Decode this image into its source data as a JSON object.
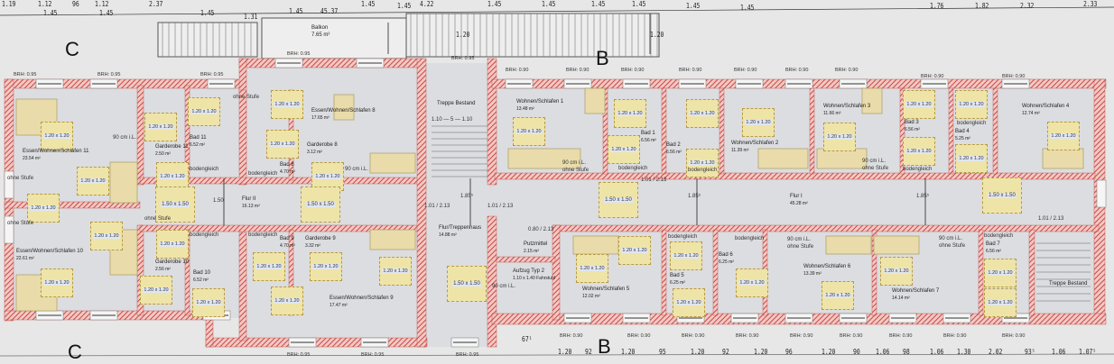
{
  "plan": {
    "colors": {
      "wall": "#c9474b",
      "wall_bg": "#f2c9c2",
      "floor": "#dcdde0",
      "paper": "#e6e7e6",
      "furniture": "#efe4a8"
    },
    "balcony": {
      "name": "Balkon",
      "area": "7.65 m²"
    },
    "rooms": [
      {
        "name": "Essen/Wohnen/Schlafen 11",
        "area": "23.54 m²"
      },
      {
        "name": "Essen/Wohnen/Schlafen 10",
        "area": "22.61 m²"
      },
      {
        "name": "Bad 11",
        "area": "6.52 m²"
      },
      {
        "name": "Garderobe 11",
        "area": "2.50 m²"
      },
      {
        "name": "Garderobe 10",
        "area": "2.56 m²"
      },
      {
        "name": "Bad 10",
        "area": "6.52 m²"
      },
      {
        "name": "Bad 8",
        "area": "4.70 m²"
      },
      {
        "name": "Garderobe 8",
        "area": "3.12 m²"
      },
      {
        "name": "Bad 9",
        "area": "4.70 m²"
      },
      {
        "name": "Garderobe 9",
        "area": "3.32 m²"
      },
      {
        "name": "Essen/Wohnen/Schlafen 8",
        "area": "17.65 m²"
      },
      {
        "name": "Essen/Wohnen/Schlafen 9",
        "area": "17.47 m²"
      },
      {
        "name": "Flur II",
        "area": "16.13 m²"
      },
      {
        "name": "Treppe Bestand",
        "area": ""
      },
      {
        "name": "Flur/Treppenhaus",
        "area": "14.88 m²"
      },
      {
        "name": "Putzmittel",
        "area": "2.15 m²"
      },
      {
        "name": "Aufzug Typ 2",
        "area": "1.10 x 1.40 Fahrstuhl"
      },
      {
        "name": "Wohnen/Schlafen 1",
        "area": "13.48 m²"
      },
      {
        "name": "Bad 1",
        "area": "6.56 m²"
      },
      {
        "name": "Bad 2",
        "area": "6.56 m²"
      },
      {
        "name": "Wohnen/Schlafen 2",
        "area": "11.39 m²"
      },
      {
        "name": "Wohnen/Schlafen 3",
        "area": "11.66 m²"
      },
      {
        "name": "Bad 3",
        "area": "6.56 m²"
      },
      {
        "name": "Bad 4",
        "area": "5.25 m²"
      },
      {
        "name": "Wohnen/Schlafen 4",
        "area": "12.74 m²"
      },
      {
        "name": "Flur I",
        "area": "45.28 m²"
      },
      {
        "name": "Wohnen/Schlafen 5",
        "area": "12.02 m²"
      },
      {
        "name": "Bad 5",
        "area": "6.25 m²"
      },
      {
        "name": "Bad 6",
        "area": "6.25 m²"
      },
      {
        "name": "Wohnen/Schlafen 6",
        "area": "13.39 m²"
      },
      {
        "name": "Wohnen/Schlafen 7",
        "area": "14.14 m²"
      },
      {
        "name": "Bad 7",
        "area": "6.56 m²"
      },
      {
        "name": "Treppe Bestand",
        "area": ""
      }
    ],
    "bed_label": "1.20 x 1.20",
    "turning_label": "1.50 x 1.50",
    "notes": {
      "ohne_stufe": "ohne Stufe",
      "bodengleich": "bodengleich",
      "door_90": "90 cm i.L.",
      "door_101": "1.01 / 2.13",
      "door_080": "0.80 / 2.13",
      "corridor_width_1": "1.50",
      "corridor_width_2": "1.85⁵",
      "stair_dims": "1.10 — 5 — 1.10"
    },
    "brh": {
      "brh_095": "BRH: 0.95",
      "brh_090": "BRH: 0.90"
    },
    "sections": {
      "c": "C",
      "b": "B"
    },
    "dimensions_top": [
      "1.19",
      "1.12",
      "96",
      "1.12",
      "2.37",
      "1.45",
      "1.45",
      "1.45",
      "1.45",
      "1.31",
      "1.45",
      "45.37",
      "1.45",
      "4.22",
      "1.45",
      "1.45",
      "1.45",
      "1.45",
      "1.45",
      "1.45",
      "1.76",
      "1.82",
      "2.32",
      "2.33",
      "1.20",
      "1.20"
    ],
    "dimensions_bottom": [
      "1.20",
      "92",
      "1.20",
      "95",
      "1.20",
      "92",
      "1.20",
      "96",
      "1.20",
      "90",
      "1.06",
      "98",
      "1.06",
      "1.30",
      "2.02",
      "93⁵",
      "1.06",
      "1.07⁵",
      "67¹"
    ]
  }
}
